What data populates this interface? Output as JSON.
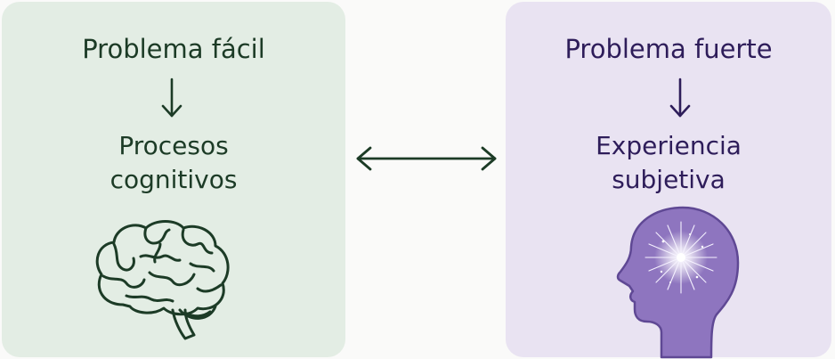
{
  "left_panel": {
    "title": "Problema fácil",
    "subtitle_lines": [
      "Procesos",
      "cognitivos"
    ],
    "icon": "brain-icon",
    "background": "#e3ede4",
    "text_color": "#1c3b26"
  },
  "right_panel": {
    "title": "Problema fuerte",
    "subtitle_lines": [
      "Experiencia",
      "subjetiva"
    ],
    "icon": "head-with-light-icon",
    "background": "#e9e3f2",
    "text_color": "#2e1d5a"
  },
  "connector": {
    "icon": "double-arrow-icon",
    "color": "#1c3b26"
  }
}
